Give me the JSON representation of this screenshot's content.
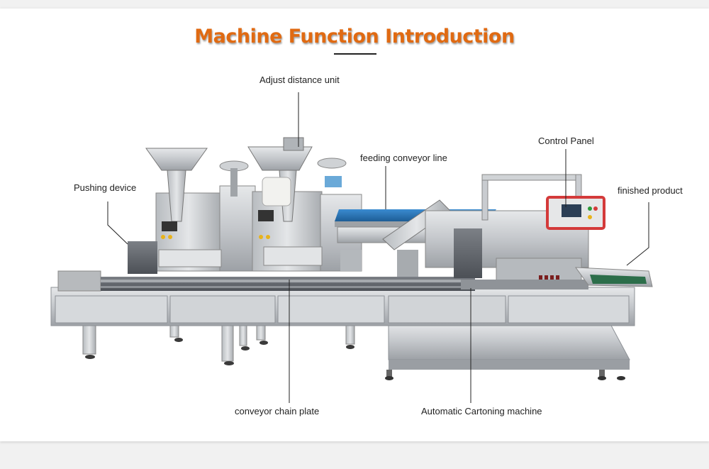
{
  "title": "Machine Function Introduction",
  "labels": {
    "adjust_distance_unit": "Adjust distance unit",
    "feeding_conveyor_line": "feeding conveyor line",
    "control_panel": "Control Panel",
    "pushing_device": "Pushing device",
    "finished_product": "finished product",
    "conveyor_chain_plate": "conveyor chain plate",
    "automatic_cartoning_machine": "Automatic Cartoning machine"
  },
  "colors": {
    "title": "#e06a12",
    "leader_line": "#222222",
    "steel": "#c7cace",
    "conveyor_belt": "#2a7ab8",
    "control_panel_frame": "#d43a3a"
  }
}
